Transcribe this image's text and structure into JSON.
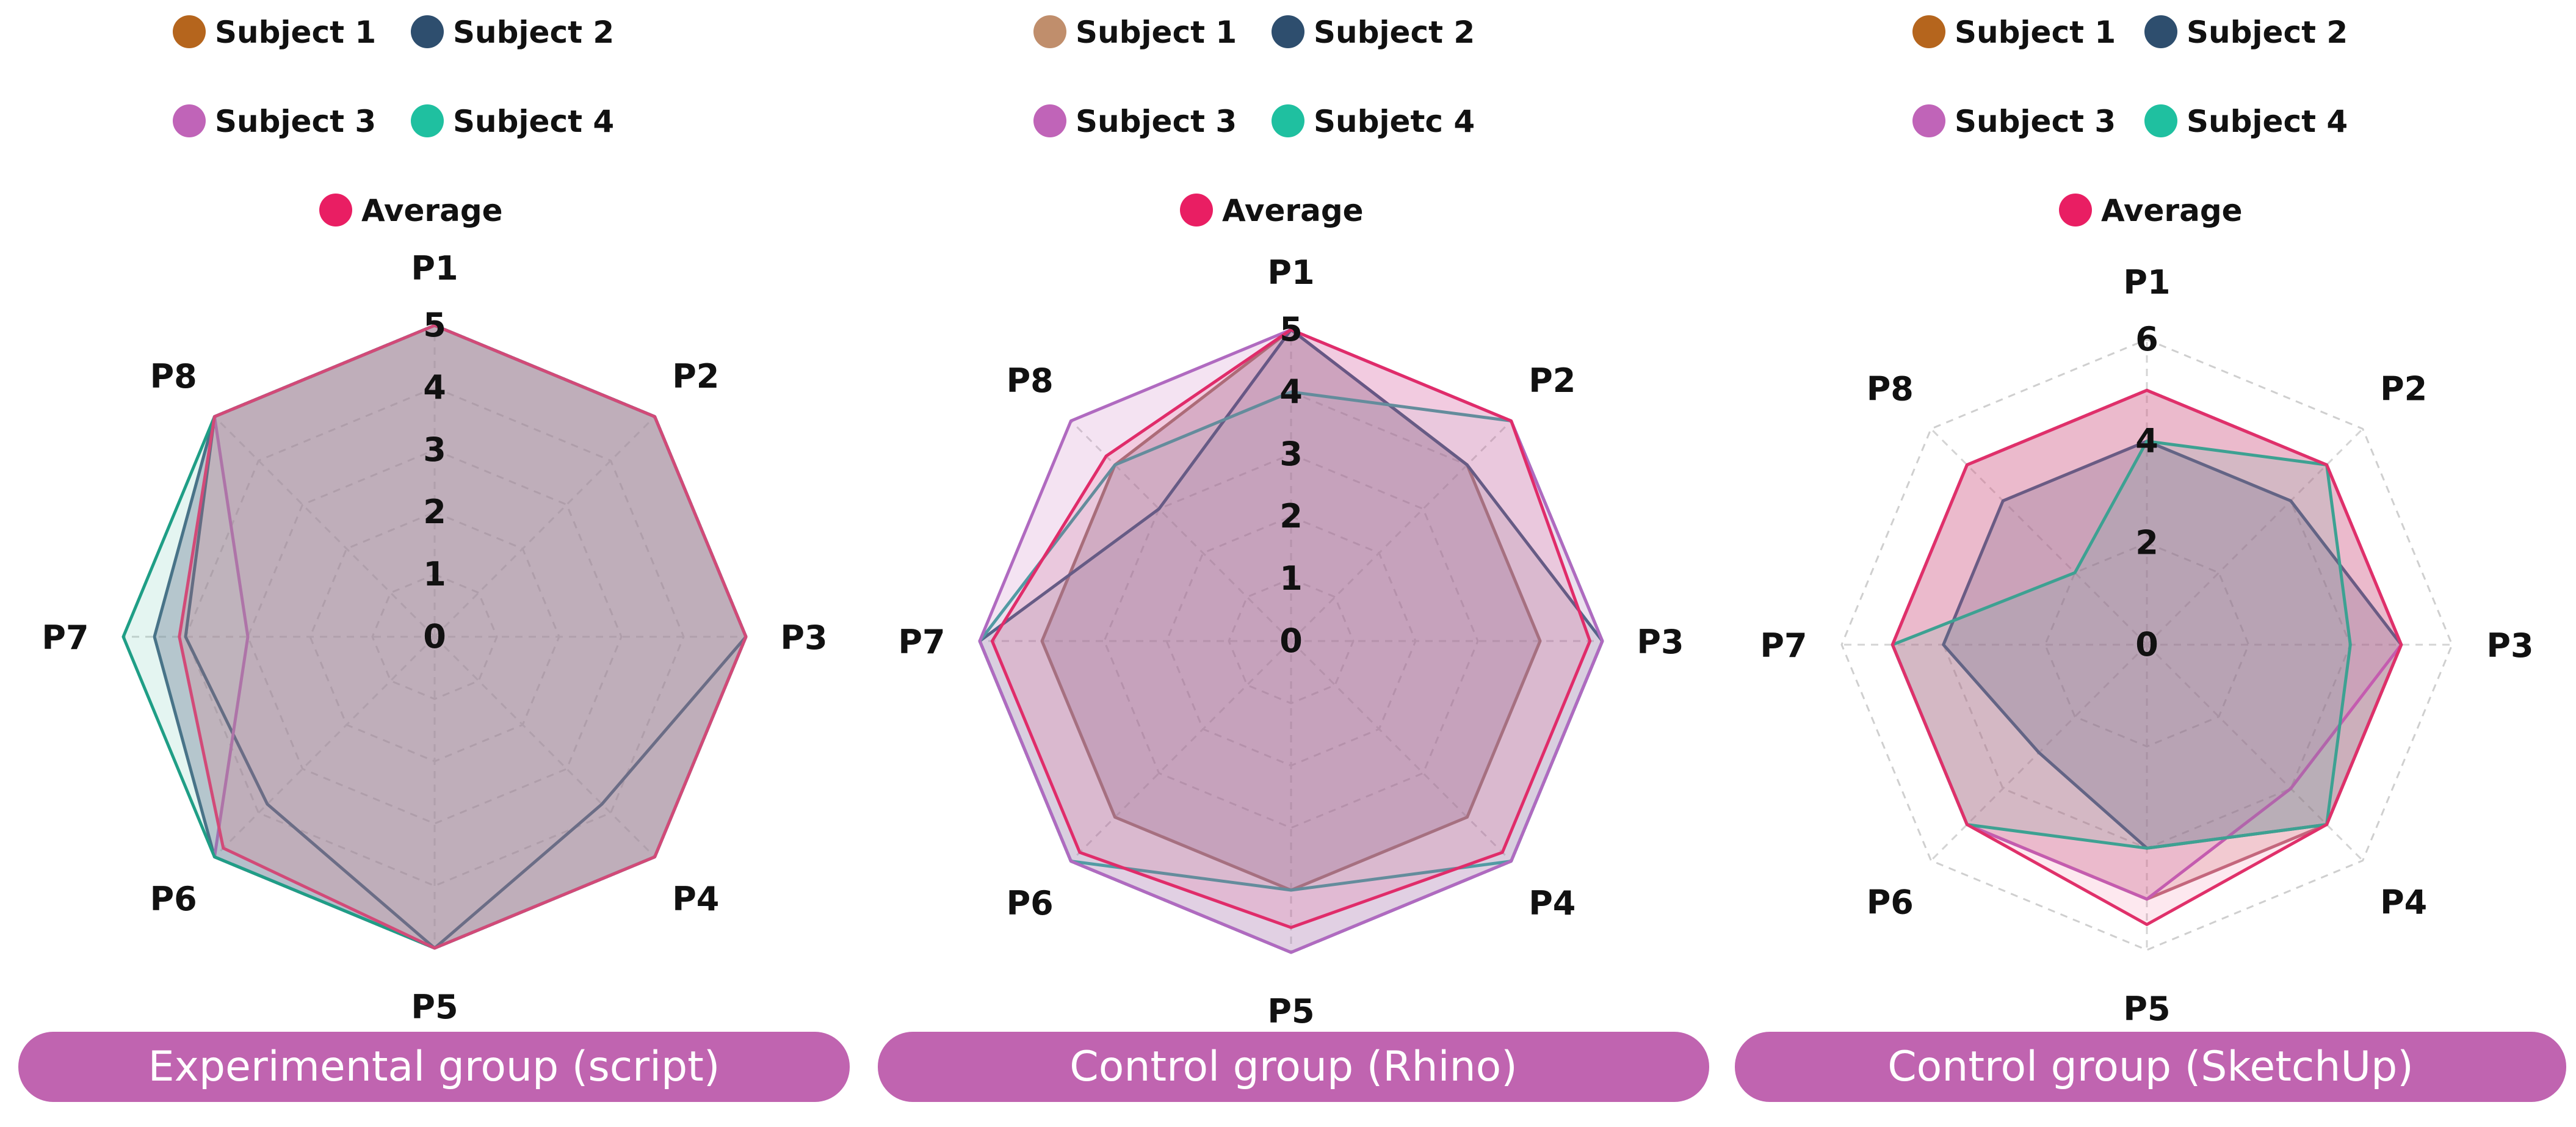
{
  "chart_data": [
    {
      "type": "radar",
      "title": "Experimental group (script)",
      "axes": [
        "P1",
        "P2",
        "P3",
        "P4",
        "P5",
        "P6",
        "P7",
        "P8"
      ],
      "ticks": [
        "0",
        "1",
        "2",
        "3",
        "4",
        "5"
      ],
      "rmax": 5,
      "grid": true,
      "legend_position": "top",
      "series": [
        {
          "name": "Subject 1",
          "values": [
            5,
            5,
            5,
            5,
            5,
            5,
            4.5,
            5
          ]
        },
        {
          "name": "Subject 2",
          "values": [
            5,
            5,
            5,
            3.8,
            5,
            3.8,
            4,
            5
          ]
        },
        {
          "name": "Subject 3",
          "values": [
            5,
            5,
            5,
            5,
            5,
            5,
            3,
            5
          ]
        },
        {
          "name": "Subject 4",
          "values": [
            5,
            5,
            5,
            5,
            5,
            5,
            5,
            5
          ]
        },
        {
          "name": "Average",
          "values": [
            5,
            5,
            5,
            5,
            5,
            4.8,
            4.1,
            5
          ]
        }
      ]
    },
    {
      "type": "radar",
      "title": "Control group (Rhino)",
      "axes": [
        "P1",
        "P2",
        "P3",
        "P4",
        "P5",
        "P6",
        "P7",
        "P8"
      ],
      "ticks": [
        "0",
        "1",
        "2",
        "3",
        "4",
        "5"
      ],
      "rmax": 5,
      "grid": true,
      "legend_position": "top",
      "series": [
        {
          "name": "Subject 1",
          "values": [
            5,
            4,
            4,
            4,
            4,
            4,
            4,
            4
          ]
        },
        {
          "name": "Subject 2",
          "values": [
            5,
            4,
            5,
            5,
            5,
            5,
            5,
            3
          ]
        },
        {
          "name": "Subjetc 4",
          "values": [
            4,
            5,
            5,
            5,
            4,
            5,
            5,
            4
          ]
        },
        {
          "name": "Subject 3",
          "values": [
            5,
            5,
            5,
            5,
            5,
            5,
            5,
            5
          ]
        },
        {
          "name": "Average",
          "values": [
            5,
            5,
            4.8,
            4.8,
            4.6,
            4.8,
            4.8,
            4.2
          ]
        }
      ]
    },
    {
      "type": "radar",
      "title": "Control group (SketchUp)",
      "axes": [
        "P1",
        "P2",
        "P3",
        "P4",
        "P5",
        "P6",
        "P7",
        "P8"
      ],
      "ticks": [
        "0",
        "2",
        "4",
        "6"
      ],
      "rmax": 6,
      "grid": true,
      "legend_position": "top",
      "series": [
        {
          "name": "Subject 1",
          "values": [
            5,
            5,
            5,
            5,
            5,
            5,
            5,
            5
          ]
        },
        {
          "name": "Subject 2",
          "values": [
            4,
            4,
            5,
            5,
            4,
            3,
            4,
            4
          ]
        },
        {
          "name": "Subject 3",
          "values": [
            5,
            5,
            5,
            4,
            5,
            5,
            5,
            5
          ]
        },
        {
          "name": "Subject 4",
          "values": [
            4,
            5,
            4,
            5,
            4,
            5,
            5,
            2
          ]
        },
        {
          "name": "Average",
          "values": [
            5,
            5,
            5,
            5,
            5.5,
            5,
            5,
            5
          ]
        }
      ]
    }
  ],
  "legends": [
    [
      {
        "label": "Subject 1",
        "color": "#b5651d"
      },
      {
        "label": "Subject 2",
        "color": "#2e4e6e"
      },
      {
        "label": "Subject 3",
        "color": "#c064b8"
      },
      {
        "label": "Subject 4",
        "color": "#1fc0a0"
      },
      {
        "label": "Average",
        "color": "#e91e63"
      }
    ],
    [
      {
        "label": "Subject 1",
        "color": "#c08e6c"
      },
      {
        "label": "Subject 2",
        "color": "#2e4e6e"
      },
      {
        "label": "Subject 3",
        "color": "#c064b8"
      },
      {
        "label": "Subjetc 4",
        "color": "#1fc0a0"
      },
      {
        "label": "Average",
        "color": "#e91e63"
      }
    ],
    [
      {
        "label": "Subject 1",
        "color": "#b5651d"
      },
      {
        "label": "Subject 2",
        "color": "#2e4e6e"
      },
      {
        "label": "Subject 3",
        "color": "#c064b8"
      },
      {
        "label": "Subject 4",
        "color": "#1fc0a0"
      },
      {
        "label": "Average",
        "color": "#e91e63"
      }
    ]
  ],
  "series_styles": [
    [
      {
        "fill": "#8a8aa3",
        "fill_opacity": 0.45,
        "stroke": "#4e6b88"
      },
      {
        "fill": "#8a8aa3",
        "fill_opacity": 0.0,
        "stroke": "#3f5f80"
      },
      {
        "fill": "#c064b8",
        "fill_opacity": 0.08,
        "stroke": "#b06ab8"
      },
      {
        "fill": "#1fa98a",
        "fill_opacity": 0.12,
        "stroke": "#1f9e86"
      },
      {
        "fill": "#e07a8a",
        "fill_opacity": 0.25,
        "stroke": "#d24a78"
      }
    ],
    [
      {
        "fill": "#9a8a98",
        "fill_opacity": 0.35,
        "stroke": "#a07a70"
      },
      {
        "fill": "#8a8aa3",
        "fill_opacity": 0.2,
        "stroke": "#3f5f80"
      },
      {
        "fill": "#1fc0a0",
        "fill_opacity": 0.05,
        "stroke": "#3aa8a0"
      },
      {
        "fill": "#c064b8",
        "fill_opacity": 0.18,
        "stroke": "#b06ac0"
      },
      {
        "fill": "#e91e63",
        "fill_opacity": 0.12,
        "stroke": "#e02c6a"
      }
    ],
    [
      {
        "fill": "#d07c7c",
        "fill_opacity": 0.25,
        "stroke": "#c07080"
      },
      {
        "fill": "#6a7a90",
        "fill_opacity": 0.3,
        "stroke": "#4a6280"
      },
      {
        "fill": "#c064b8",
        "fill_opacity": 0.15,
        "stroke": "#c064b8"
      },
      {
        "fill": "#1fc0a0",
        "fill_opacity": 0.12,
        "stroke": "#2ab098"
      },
      {
        "fill": "#e91e63",
        "fill_opacity": 0.1,
        "stroke": "#e0306a"
      }
    ]
  ],
  "banner_color": "#c064b0"
}
